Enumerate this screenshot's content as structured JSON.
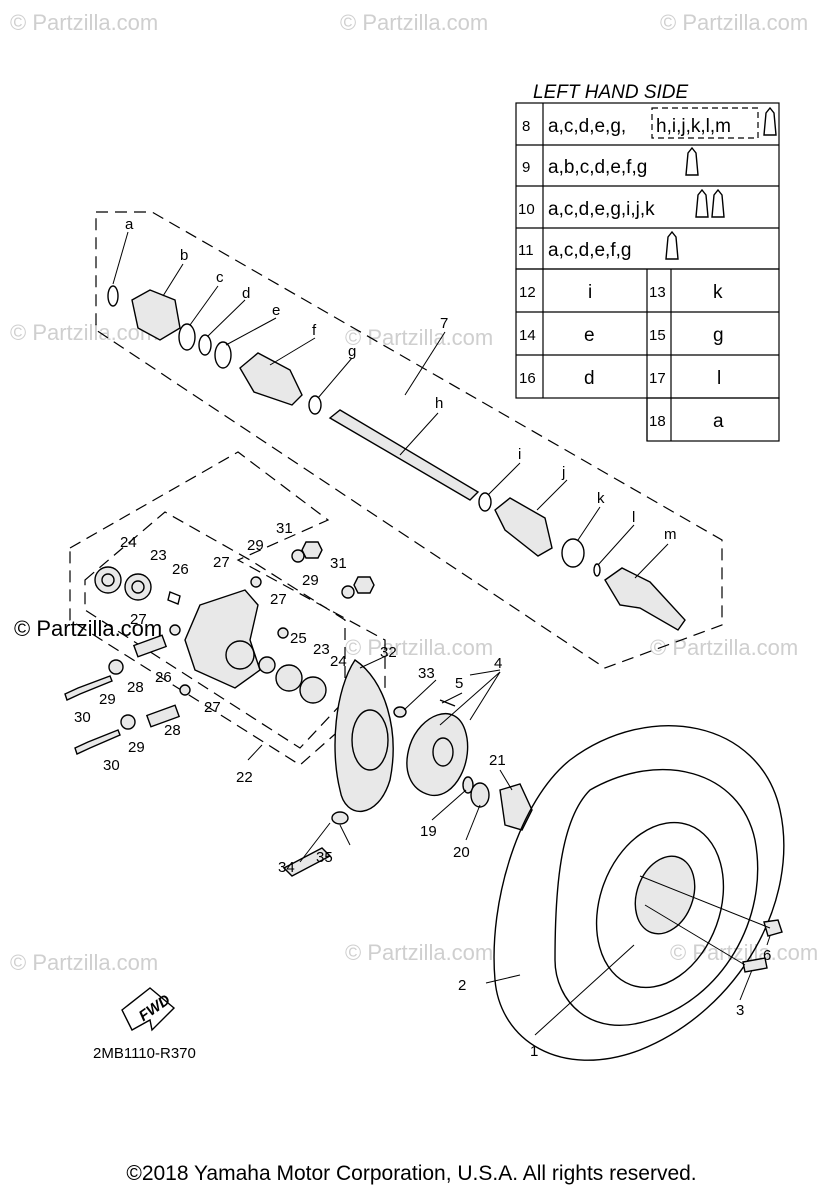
{
  "watermark": "© Partzilla.com",
  "table": {
    "title": "LEFT HAND SIDE",
    "rows": [
      {
        "num": "8",
        "parts": "a,c,d,e,g,",
        "boxed": "h,i,j,k,l,m"
      },
      {
        "num": "9",
        "parts": "a,b,c,d,e,f,g"
      },
      {
        "num": "10",
        "parts": "a,c,d,e,g,i,j,k"
      },
      {
        "num": "11",
        "parts": "a,c,d,e,f,g"
      }
    ],
    "pairs": [
      {
        "n1": "12",
        "v1": "i",
        "n2": "13",
        "v2": "k"
      },
      {
        "n1": "14",
        "v1": "e",
        "n2": "15",
        "v2": "g"
      },
      {
        "n1": "16",
        "v1": "d",
        "n2": "17",
        "v2": "l"
      },
      {
        "n2": "18",
        "v2": "a"
      }
    ]
  },
  "callouts": {
    "a": "a",
    "b": "b",
    "c": "c",
    "d": "d",
    "e": "e",
    "f": "f",
    "g": "g",
    "h": "h",
    "i": "i",
    "j": "j",
    "k": "k",
    "l": "l",
    "m": "m",
    "n7": "7",
    "n1": "1",
    "n2": "2",
    "n3": "3",
    "n4": "4",
    "n5": "5",
    "n6": "6",
    "n19": "19",
    "n20": "20",
    "n21": "21",
    "n22": "22",
    "n23a": "23",
    "n23b": "23",
    "n24a": "24",
    "n24b": "24",
    "n25": "25",
    "n26a": "26",
    "n26b": "26",
    "n27a": "27",
    "n27b": "27",
    "n27c": "27",
    "n27d": "27",
    "n28a": "28",
    "n28b": "28",
    "n29a": "29",
    "n29b": "29",
    "n29c": "29",
    "n29d": "29",
    "n30a": "30",
    "n30b": "30",
    "n31a": "31",
    "n31b": "31",
    "n32": "32",
    "n33": "33",
    "n34": "34",
    "n35": "35"
  },
  "fwd_label": "FWD",
  "diagram_code": "2MB1110-R370",
  "side_watermark": "© Partzilla.com",
  "copyright": "©2018  Yamaha Motor Corporation, U.S.A. All rights reserved."
}
